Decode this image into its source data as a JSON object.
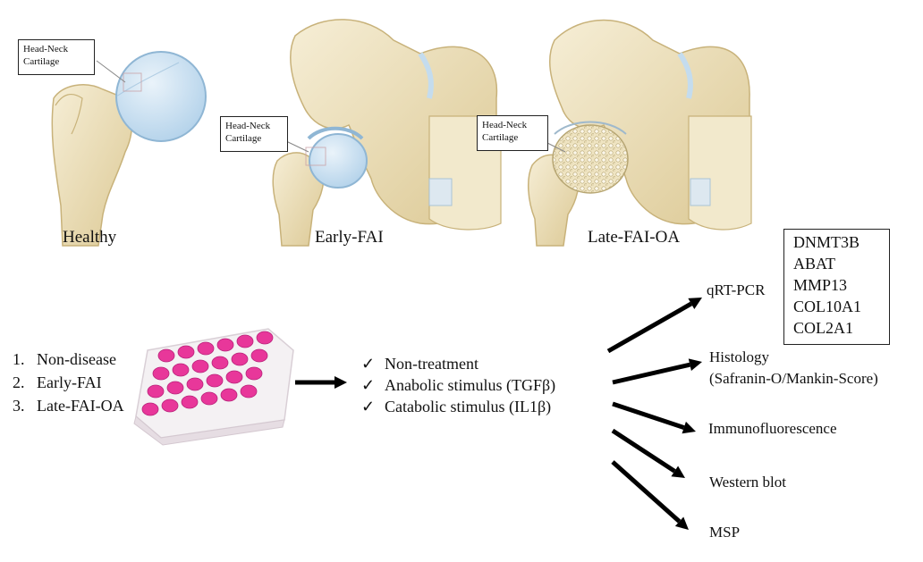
{
  "stages": [
    {
      "label": "Healthy",
      "callout": [
        "Head-Neck",
        "Cartilage"
      ]
    },
    {
      "label": "Early-FAI",
      "callout": [
        "Head-Neck",
        "Cartilage"
      ]
    },
    {
      "label": "Late-FAI-OA",
      "callout": [
        "Head-Neck",
        "Cartilage"
      ]
    }
  ],
  "groups": [
    "1.   Non-disease",
    "2.   Early-FAI",
    "3.   Late-FAI-OA"
  ],
  "treatments": [
    {
      "check": "✓",
      "label": "Non-treatment"
    },
    {
      "check": "✓",
      "label": "Anabolic stimulus (TGFβ)"
    },
    {
      "check": "✓",
      "label": "Catabolic stimulus (IL1β)"
    }
  ],
  "assays": {
    "qrtpcr": "qRT-PCR",
    "histology": "Histology",
    "histology_detail": "(Safranin-O/Mankin-Score)",
    "immunofluorescence": "Immunofluorescence",
    "western": "Western blot",
    "msp": "MSP"
  },
  "genes": [
    "DNMT3B",
    "ABAT",
    "MMP13",
    "COL10A1",
    "COL2A1"
  ],
  "colors": {
    "bone": "#efe4c2",
    "bone_shade": "#d9c89a",
    "cartilage": "#c4dcee",
    "cartilage_edge": "#8fb6d4",
    "well_pink": "#e8379a",
    "plate": "#f4f1f3",
    "arrow": "#000000"
  }
}
